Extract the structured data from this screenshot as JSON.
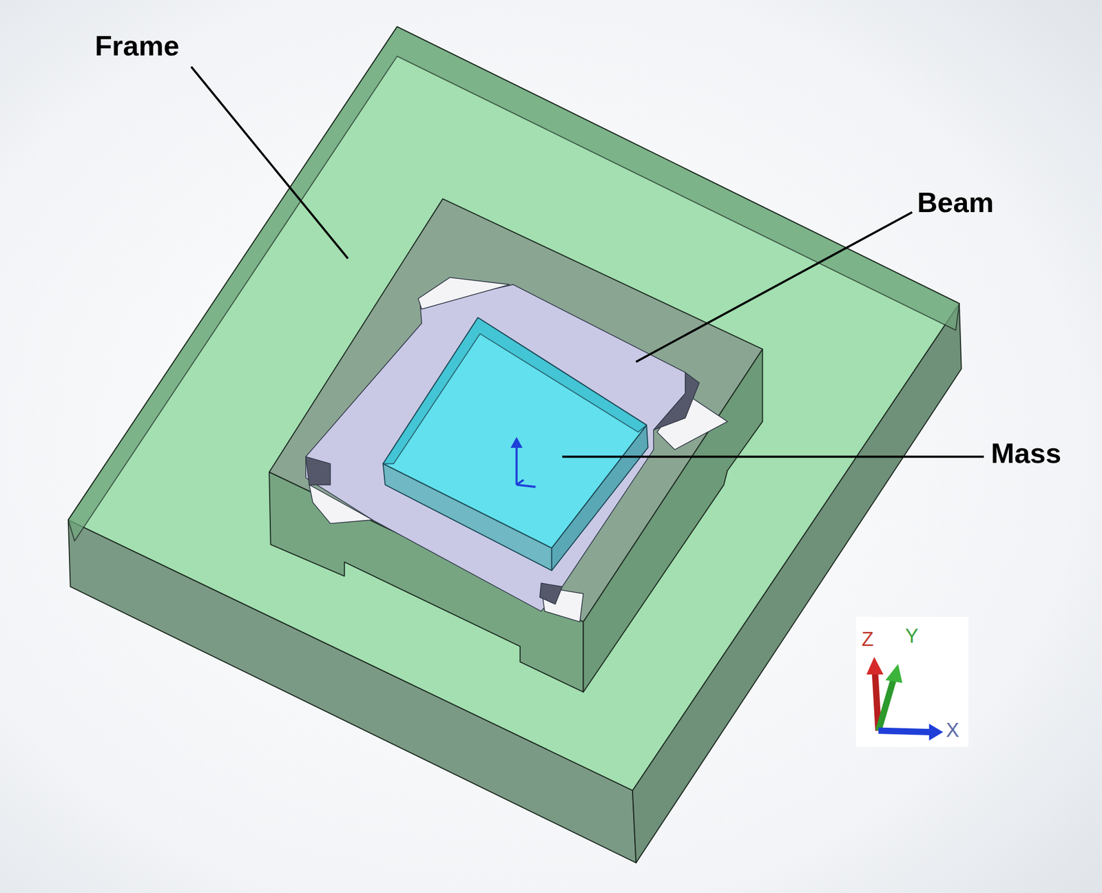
{
  "diagram": {
    "labels": [
      "Frame",
      "Beam",
      "Mass",
      "Z",
      "Y",
      "X"
    ]
  }
}
